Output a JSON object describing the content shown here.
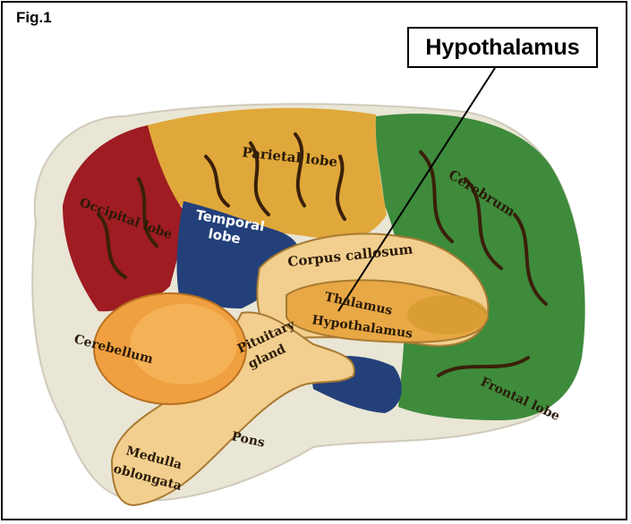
{
  "figure": {
    "label": "Fig.1"
  },
  "callout": {
    "text": "Hypothalamus"
  },
  "labels": {
    "parietal": "Parietal lobe",
    "occipital": "Occipital lobe",
    "cerebrum": "Cerebrum",
    "temporal_1": "Temporal",
    "temporal_2": "lobe",
    "corpus": "Corpus callosum",
    "thalamus": "Thalamus",
    "hypothalamus": "Hypothalamus",
    "cerebellum": "Cerebellum",
    "pituitary_1": "Pituitary",
    "pituitary_2": "gland",
    "frontal": "Frontal lobe",
    "pons": "Pons",
    "medulla_1": "Medulla",
    "medulla_2": "oblongata"
  },
  "colors": {
    "parietal": "#e0a83a",
    "occipital": "#9e1c22",
    "frontal": "#3e8b3c",
    "temporal": "#23407a",
    "inner": "#f2cf8e",
    "thalamus": "#e8a845",
    "cerebellum": "#f0a040",
    "base": "#e9e6d6"
  }
}
